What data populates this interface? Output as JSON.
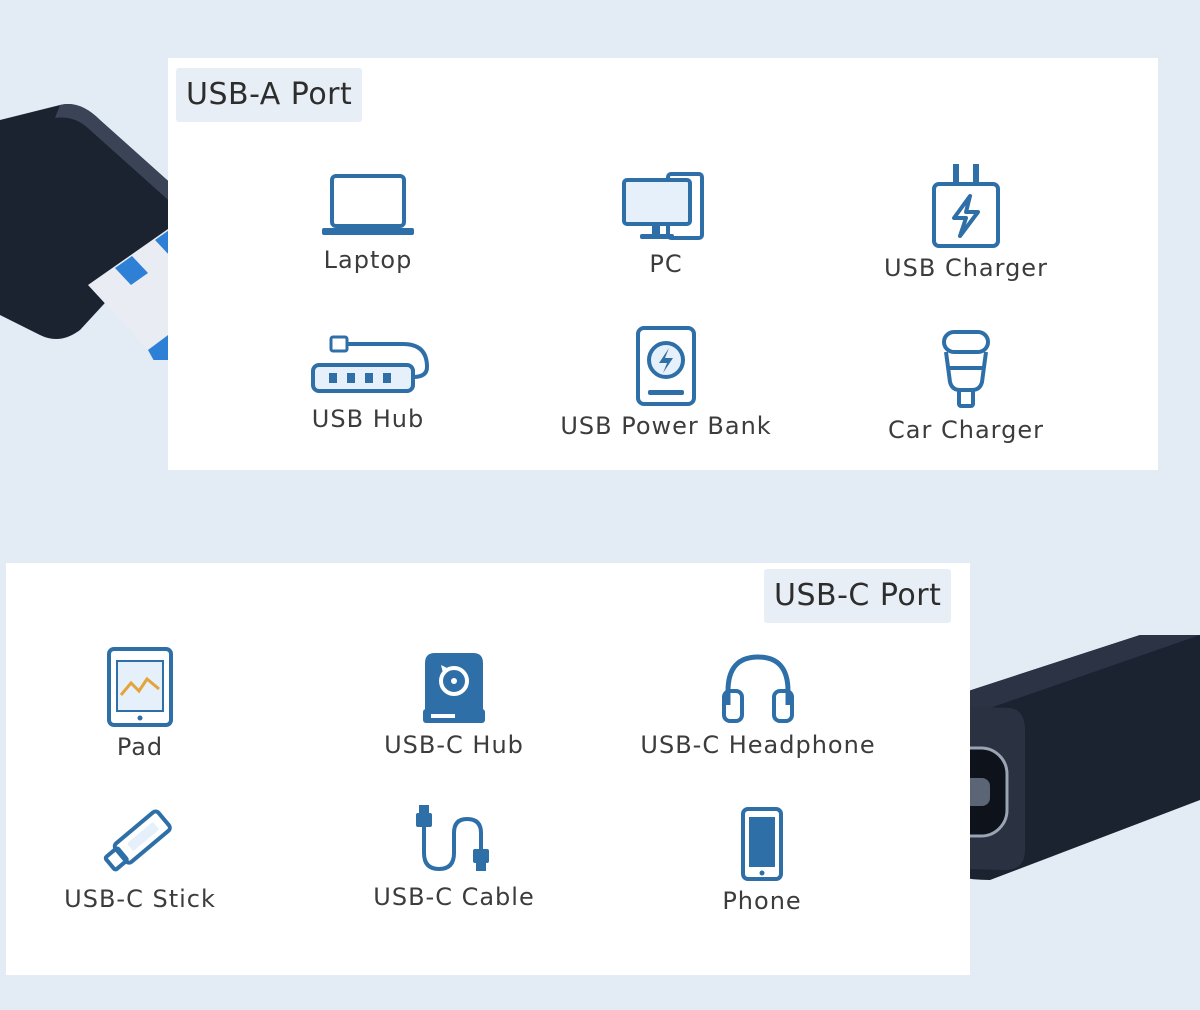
{
  "usb_a": {
    "title": "USB-A Port",
    "items": [
      {
        "label": "Laptop",
        "icon": "laptop-icon"
      },
      {
        "label": "PC",
        "icon": "pc-icon"
      },
      {
        "label": "USB Charger",
        "icon": "usb-charger-icon"
      },
      {
        "label": "USB Hub",
        "icon": "usb-hub-icon"
      },
      {
        "label": "USB Power Bank",
        "icon": "power-bank-icon"
      },
      {
        "label": "Car Charger",
        "icon": "car-charger-icon"
      }
    ]
  },
  "usb_c": {
    "title": "USB-C Port",
    "items": [
      {
        "label": "Pad",
        "icon": "tablet-icon"
      },
      {
        "label": "USB-C Hub",
        "icon": "hard-drive-icon"
      },
      {
        "label": "USB-C Headphone",
        "icon": "headphone-icon"
      },
      {
        "label": "USB-C Stick",
        "icon": "usb-stick-icon"
      },
      {
        "label": "USB-C Cable",
        "icon": "usb-cable-icon"
      },
      {
        "label": "Phone",
        "icon": "phone-icon"
      }
    ]
  },
  "colors": {
    "icon_blue": "#2f6fa8",
    "icon_fill": "#e6f0fa",
    "background": "#e3ebf4",
    "plug_body": "#1b2230",
    "usb_a_tongue": "#2e7fd6"
  }
}
